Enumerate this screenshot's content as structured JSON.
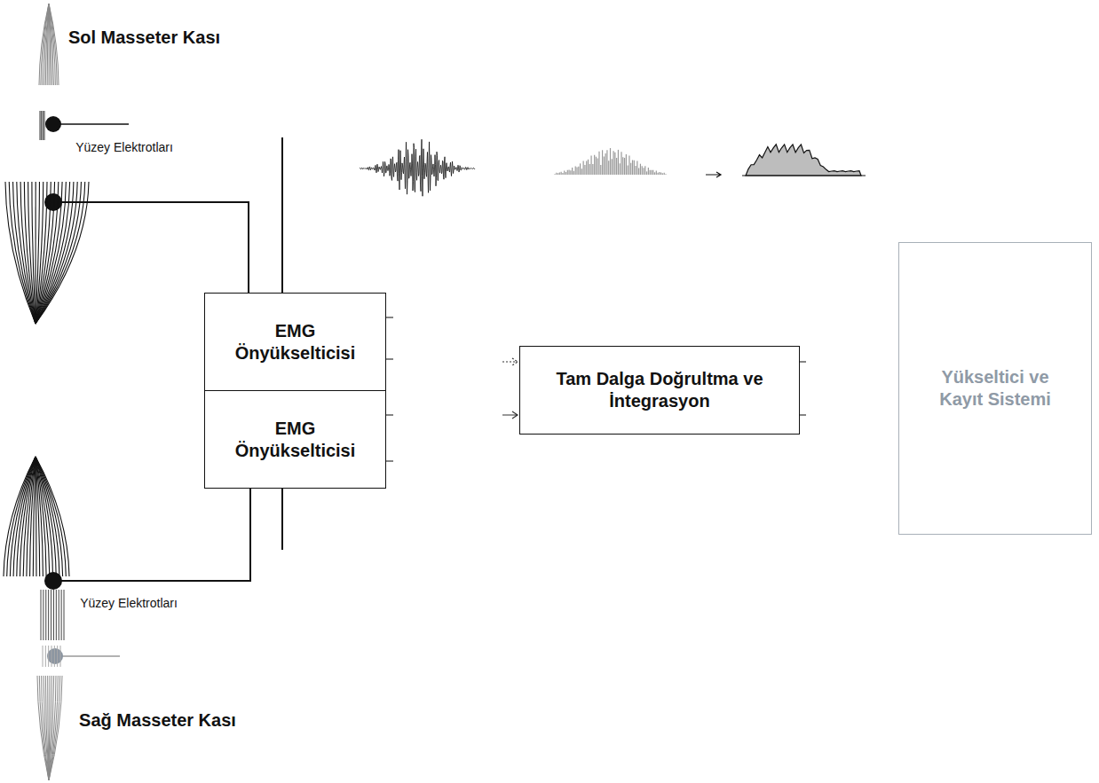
{
  "diagram": {
    "nodes": [
      {
        "text": [
          "EMG Önyükselticisi"
        ]
      },
      {
        "text": [
          "EMG Önyükselticisi"
        ]
      },
      {
        "text": [
          "Tam Dalga Doğrultma ve İntegrasyon"
        ]
      },
      {
        "text": [
          "Yükseltici ve Kayıt Sistemi"
        ]
      }
    ],
    "labels": [
      "Sol Masseter Kası",
      "Yüzey Elektrotları",
      "Yüzey Elektrotları",
      "Sağ Masseter Kası"
    ]
  }
}
